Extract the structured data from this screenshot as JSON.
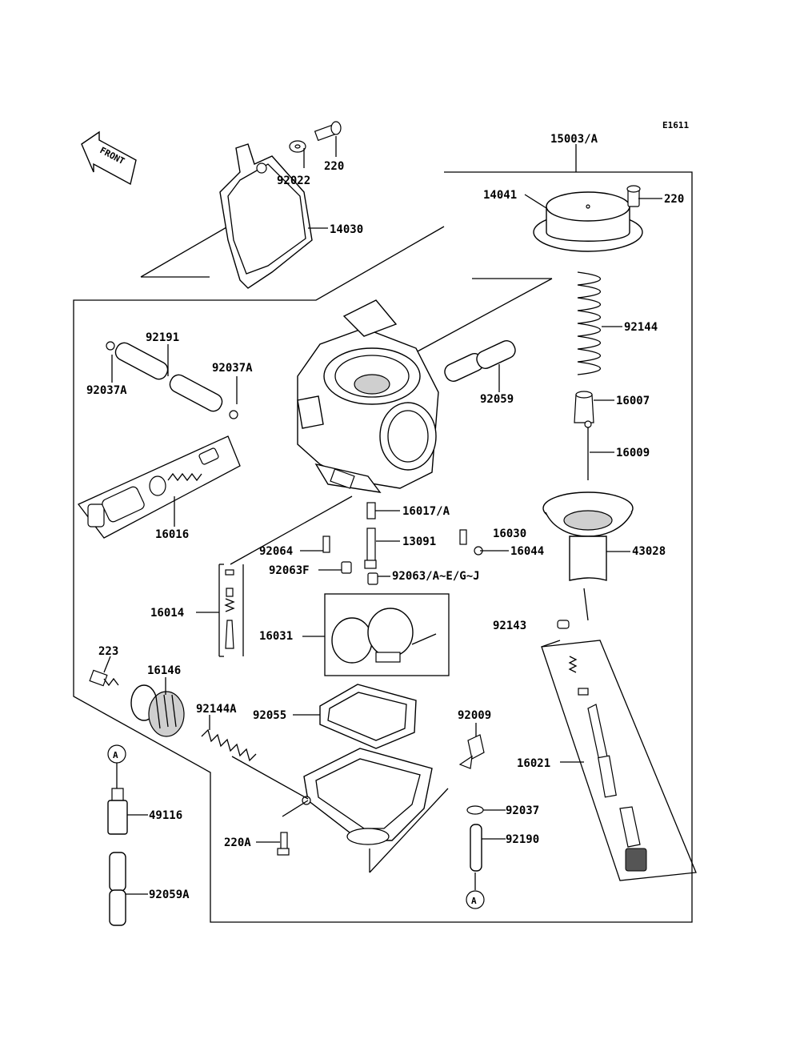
{
  "diagram_code": "E1611",
  "front_arrow": "FRONT",
  "ref_marker": "A",
  "parts": {
    "p15003A": "15003/A",
    "p220_top": "220",
    "p92022": "92022",
    "p14030": "14030",
    "p14041": "14041",
    "p220_cap": "220",
    "p92144": "92144",
    "p16007": "16007",
    "p16009": "16009",
    "p92191": "92191",
    "p92037A_left": "92037A",
    "p92037A_right": "92037A",
    "p92059": "92059",
    "p16016": "16016",
    "p16017A": "16017/A",
    "p92064": "92064",
    "p13091": "13091",
    "p16030": "16030",
    "p16044": "16044",
    "p43028": "43028",
    "p92063F": "92063F",
    "p92063AEGJ": "92063/A~E/G~J",
    "p16014": "16014",
    "p16031": "16031",
    "p92143": "92143",
    "p223": "223",
    "p16146": "16146",
    "p92144A": "92144A",
    "p92055": "92055",
    "p92009": "92009",
    "p16021": "16021",
    "p49116": "49116",
    "p220A": "220A",
    "p92037": "92037",
    "p92190": "92190",
    "p92059A": "92059A"
  }
}
